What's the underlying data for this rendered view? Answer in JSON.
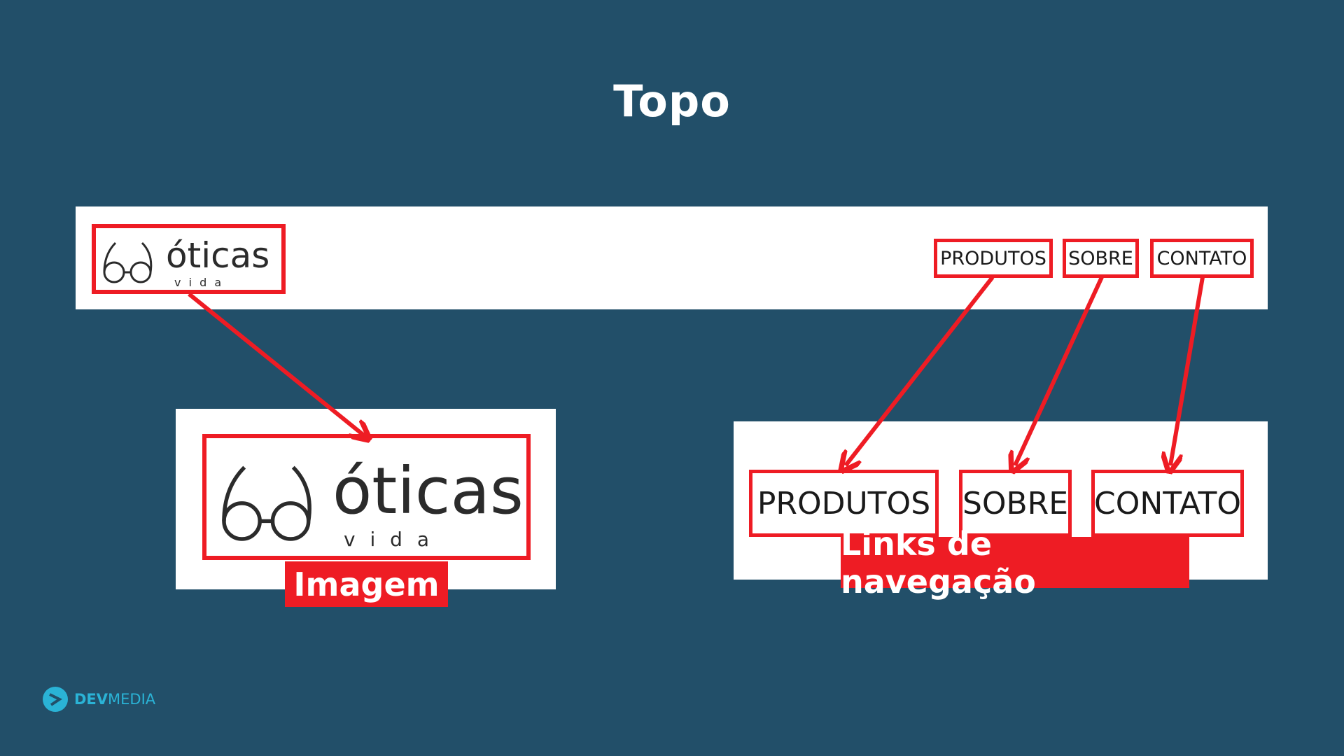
{
  "title": "Topo",
  "logo": {
    "word": "óticas",
    "sub": "v i d a",
    "icon": "glasses-icon"
  },
  "nav": {
    "links": [
      "PRODUTOS",
      "SOBRE",
      "CONTATO"
    ]
  },
  "labels": {
    "image": "Imagem",
    "nav": "Links de navegação"
  },
  "brand": {
    "name_part1": "DEV",
    "name_part2": "MEDIA",
    "icon": "devmedia-logo-icon"
  },
  "colors": {
    "background": "#224f69",
    "accent": "#ee1c24",
    "brand": "#2ab3d6"
  }
}
